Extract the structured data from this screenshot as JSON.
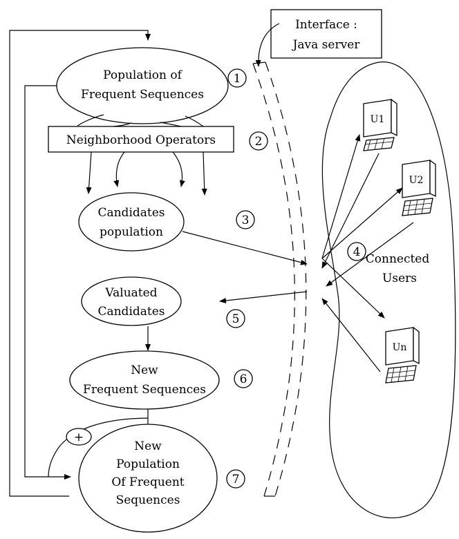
{
  "nodes": {
    "population": [
      "Population of",
      "Frequent Sequences"
    ],
    "operators": "Neighborhood Operators",
    "candidates": [
      "Candidates",
      "population"
    ],
    "valuated": [
      "Valuated",
      "Candidates"
    ],
    "new_frequent": [
      "New",
      "Frequent Sequences"
    ],
    "new_population": [
      "New",
      "Population",
      "Of Frequent",
      "Sequences"
    ],
    "interface": [
      "Interface :",
      "Java server"
    ],
    "connected_users": [
      "Connected",
      "Users"
    ]
  },
  "steps": [
    "1",
    "2",
    "3",
    "4",
    "5",
    "6",
    "7"
  ],
  "plus": "+",
  "users": [
    "U1",
    "U2",
    "Un"
  ]
}
